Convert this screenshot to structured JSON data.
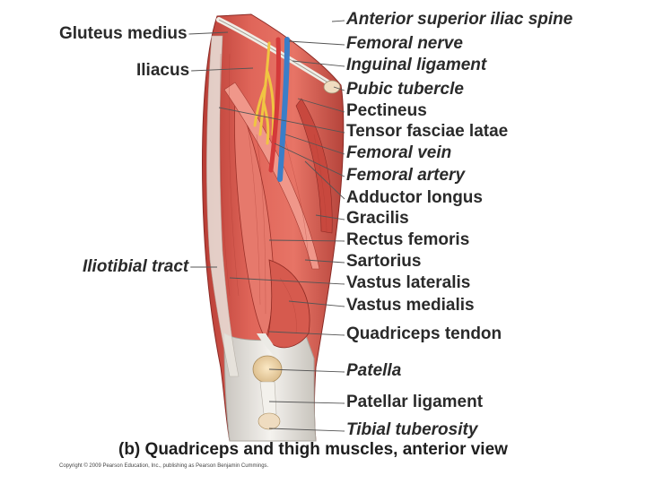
{
  "labels_left": [
    {
      "text": "Gluteus medius",
      "italic": false
    },
    {
      "text": "Iliacus",
      "italic": false
    },
    {
      "text": "Iliotibial tract",
      "italic": true
    }
  ],
  "labels_right": [
    {
      "text": "Anterior superior iliac spine",
      "italic": true
    },
    {
      "text": "Femoral nerve",
      "italic": true
    },
    {
      "text": "Inguinal ligament",
      "italic": true
    },
    {
      "text": "Pubic tubercle",
      "italic": true
    },
    {
      "text": "Pectineus",
      "italic": false
    },
    {
      "text": "Tensor fasciae latae",
      "italic": false
    },
    {
      "text": "Femoral vein",
      "italic": true
    },
    {
      "text": "Femoral artery",
      "italic": true
    },
    {
      "text": "Adductor longus",
      "italic": false
    },
    {
      "text": "Gracilis",
      "italic": false
    },
    {
      "text": "Rectus femoris",
      "italic": false
    },
    {
      "text": "Sartorius",
      "italic": false
    },
    {
      "text": "Vastus lateralis",
      "italic": false
    },
    {
      "text": "Vastus medialis",
      "italic": false
    },
    {
      "text": "Quadriceps tendon",
      "italic": false
    },
    {
      "text": "Patella",
      "italic": true
    },
    {
      "text": "Patellar ligament",
      "italic": false
    },
    {
      "text": "Tibial tuberosity",
      "italic": true
    }
  ],
  "caption": "(b) Quadriceps and thigh muscles, anterior view",
  "copyright": "Copyright © 2009 Pearson Education, Inc., publishing as Pearson Benjamin Cummings.",
  "colors": {
    "muscle": "#d9534a",
    "muscle_dark": "#a8322c",
    "muscle_light": "#ee8a7d",
    "tendon": "#e8e4dc",
    "patella": "#f1d9b0",
    "nerve": "#f2c94c",
    "vein": "#3d7fc9",
    "artery": "#d63b3b",
    "leader": "#555555"
  }
}
